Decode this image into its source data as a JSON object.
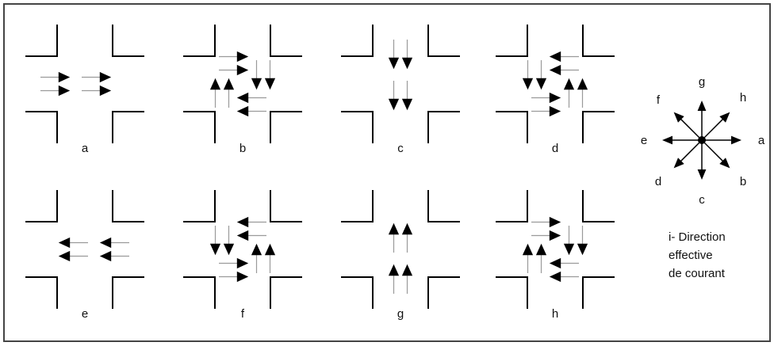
{
  "panels": [
    {
      "id": "a",
      "label": "a",
      "flow": "right",
      "groups": [
        "w",
        "e"
      ]
    },
    {
      "id": "b",
      "label": "b",
      "flow": "cw",
      "groups": [
        "n",
        "e",
        "s",
        "w"
      ]
    },
    {
      "id": "c",
      "label": "c",
      "flow": "down",
      "groups": [
        "n",
        "s"
      ]
    },
    {
      "id": "d",
      "label": "d",
      "flow": "ccw",
      "groups": [
        "n",
        "e",
        "s",
        "w"
      ]
    },
    {
      "id": "e",
      "label": "e",
      "flow": "left",
      "groups": [
        "w",
        "e"
      ]
    },
    {
      "id": "f",
      "label": "f",
      "flow": "ccw",
      "groups": [
        "n",
        "e",
        "s",
        "w"
      ]
    },
    {
      "id": "g",
      "label": "g",
      "flow": "up",
      "groups": [
        "n",
        "s"
      ]
    },
    {
      "id": "h",
      "label": "h",
      "flow": "cw",
      "groups": [
        "n",
        "e",
        "s",
        "w"
      ]
    }
  ],
  "compass": {
    "labels": {
      "a": "a",
      "b": "b",
      "c": "c",
      "d": "d",
      "e": "e",
      "f": "f",
      "g": "g",
      "h": "h"
    }
  },
  "caption": {
    "line1": "i- Direction",
    "line2": "effective",
    "line3": "de courant"
  },
  "colors": {
    "ink": "#000000",
    "background": "#ffffff",
    "flow_line": "#9a9a9a",
    "frame": "#444444"
  }
}
